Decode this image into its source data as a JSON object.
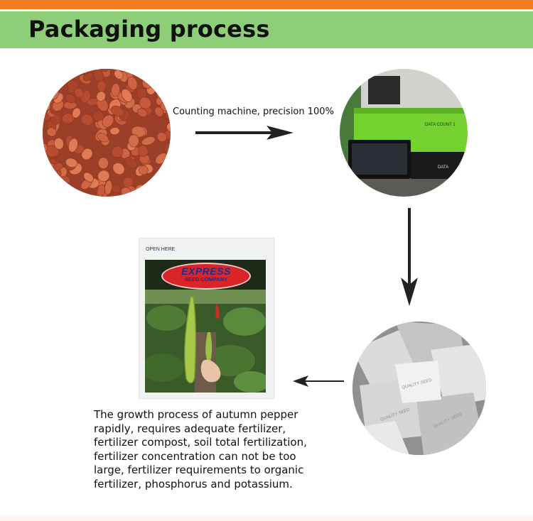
{
  "header": {
    "title": "Packaging process",
    "band_color": "#8fce78",
    "stripe_color": "#f07d1e"
  },
  "steps": {
    "arrow_caption": "Counting machine, precision 100%",
    "seeds_image": "pepper-seeds-photo",
    "machine_image": "counting-machine-photo",
    "bags_image": "foil-seed-bags-photo",
    "packet_image": "seed-packet-photo"
  },
  "packet": {
    "open_label": "OPEN HERE",
    "brand": "EXPRESS",
    "company": "SEED COMPANY"
  },
  "machine": {
    "brand_text": "DATA"
  },
  "description": "The growth process of autumn pepper rapidly, requires adequate fertilizer, fertilizer compost, soil total fertilization, fertilizer concentration can not be too large, fertilizer requirements to organic fertilizer, phosphorus and potassium."
}
